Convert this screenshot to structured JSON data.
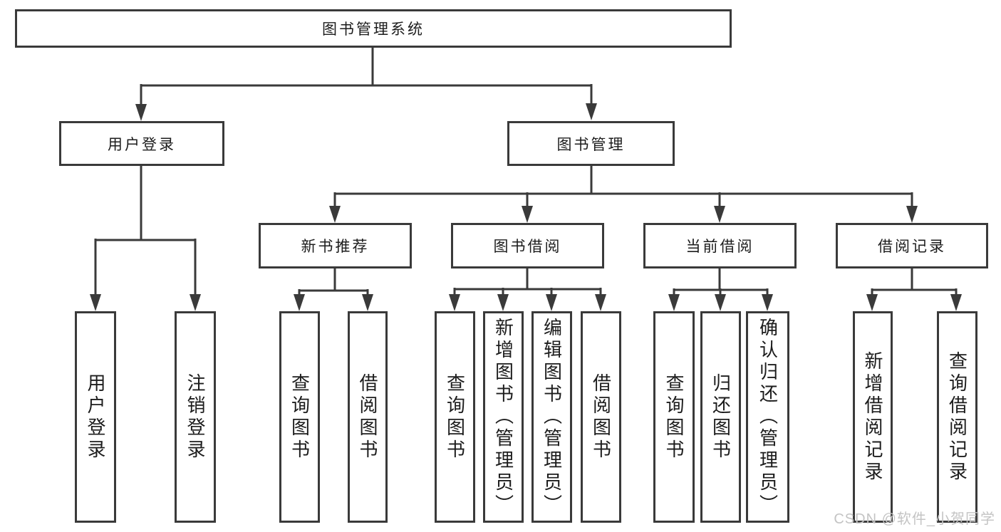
{
  "colors": {
    "line": "#3a3a3a",
    "node_border": "#3a3a3a",
    "node_text": "#1c1c1c",
    "watermark": "#c4c4c4",
    "background": "#ffffff"
  },
  "watermark": {
    "text": "CSDN @软件_小贺同学"
  },
  "tree": {
    "root": {
      "label": "图书管理系统",
      "children": [
        {
          "label": "用户登录",
          "children": [
            {
              "label": "用户登录"
            },
            {
              "label": "注销登录"
            }
          ]
        },
        {
          "label": "图书管理",
          "children": [
            {
              "label": "新书推荐",
              "children": [
                {
                  "label": "查询图书"
                },
                {
                  "label": "借阅图书"
                }
              ]
            },
            {
              "label": "图书借阅",
              "children": [
                {
                  "label": "查询图书"
                },
                {
                  "label": "新增图书（管理员）"
                },
                {
                  "label": "编辑图书（管理员）"
                },
                {
                  "label": "借阅图书"
                }
              ]
            },
            {
              "label": "当前借阅",
              "children": [
                {
                  "label": "查询图书"
                },
                {
                  "label": "归还图书"
                },
                {
                  "label": "确认归还（管理员）"
                }
              ]
            },
            {
              "label": "借阅记录",
              "children": [
                {
                  "label": "新增借阅记录"
                },
                {
                  "label": "查询借阅记录"
                }
              ]
            }
          ]
        }
      ]
    }
  }
}
